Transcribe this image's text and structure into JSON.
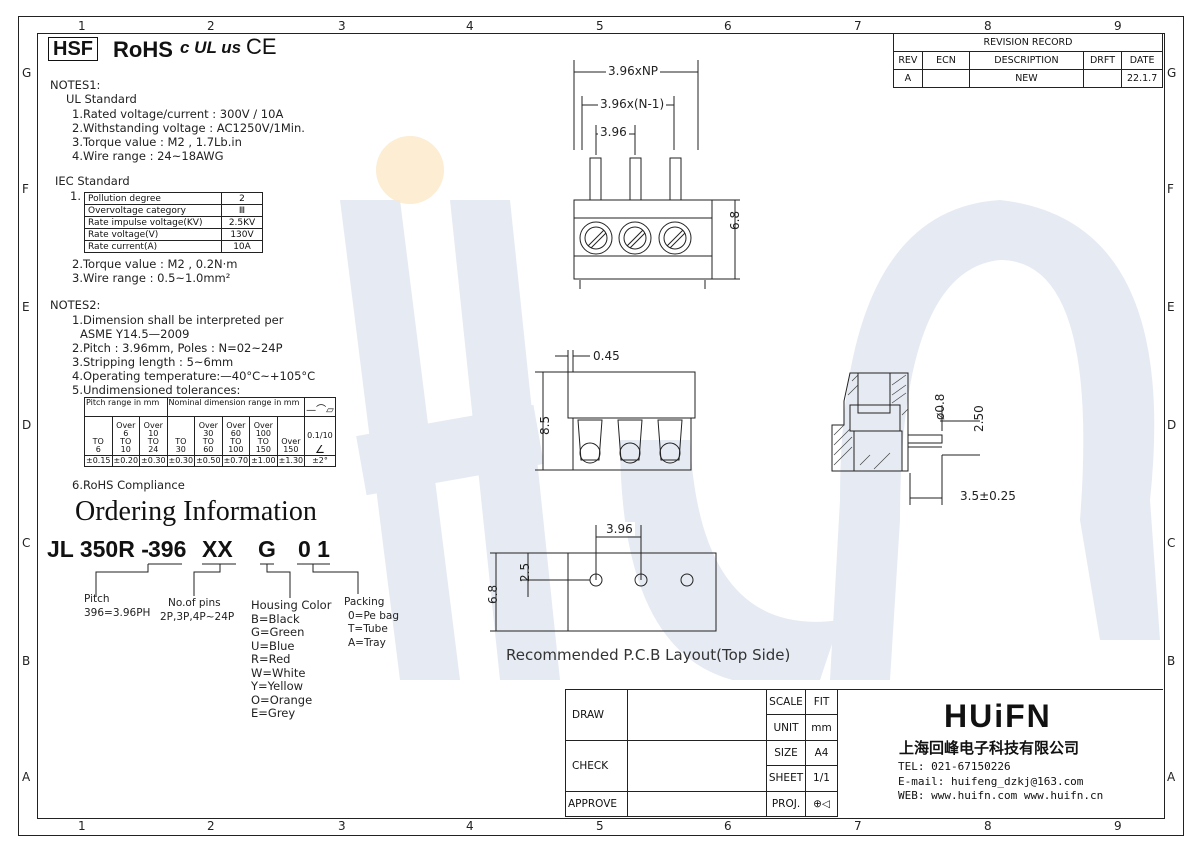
{
  "zones_top": [
    "1",
    "2",
    "3",
    "4",
    "5",
    "6",
    "7",
    "8",
    "9"
  ],
  "zones_side": [
    "G",
    "F",
    "E",
    "D",
    "C",
    "B",
    "A"
  ],
  "logos": {
    "hsf": "HSF",
    "rohs": "RoHS",
    "ul": "c UL us",
    "ce": "CE"
  },
  "watermark": "HUIFN",
  "notes1": {
    "title": "NOTES1:",
    "ul_title": "UL Standard",
    "ul_items": [
      "1.Rated voltage/current : 300V / 10A",
      "2.Withstanding voltage : AC1250V/1Min.",
      "3.Torque value : M2 , 1.7Lb.in",
      "4.Wire range : 24~18AWG"
    ],
    "iec_title": "IEC Standard",
    "iec_num": "1.",
    "iec_rows": [
      [
        "Pollution degree",
        "2"
      ],
      [
        "Overvoltage category",
        "Ⅲ"
      ],
      [
        "Rate impulse voltage(KV)",
        "2.5KV"
      ],
      [
        "Rate voltage(V)",
        "130V"
      ],
      [
        "Rate current(A)",
        "10A"
      ]
    ],
    "iec_items": [
      "2.Torque value : M2 , 0.2N·m",
      "3.Wire range : 0.5~1.0mm²"
    ]
  },
  "notes2": {
    "title": "NOTES2:",
    "items": [
      "1.Dimension shall be interpreted per",
      "ASME Y14.5—2009",
      "2.Pitch : 3.96mm, Poles : N=02~24P",
      "3.Stripping length : 5~6mm",
      "4.Operating temperature:—40°C~+105°C",
      "5.Undimensioned tolerances:"
    ],
    "item6": "6.RoHS Compliance"
  },
  "tolerance": {
    "h_pitch": "Pitch range in mm",
    "h_nominal": "Nominal dimension range in mm",
    "h_sym": "—⌒⏥",
    "pitch_cols": [
      [
        "",
        "TO",
        "6"
      ],
      [
        "Over",
        "6",
        "TO",
        "10"
      ],
      [
        "Over",
        "10",
        "TO",
        "24"
      ]
    ],
    "nom_cols": [
      [
        "",
        "TO",
        "30"
      ],
      [
        "Over",
        "30",
        "TO",
        "60"
      ],
      [
        "Over",
        "60",
        "TO",
        "100"
      ],
      [
        "Over",
        "100",
        "TO",
        "150"
      ],
      [
        "Over",
        "150"
      ]
    ],
    "flat": "0.1/10",
    "angle": "∠",
    "values": [
      "±0.15",
      "±0.20",
      "±0.30",
      "±0.30",
      "±0.50",
      "±0.70",
      "±1.00",
      "±1.30"
    ],
    "angle_val": "±2°"
  },
  "ordering": {
    "title": "Ordering Information",
    "parts": [
      "JL 350R -",
      "396",
      "XX",
      "G",
      "0 1"
    ],
    "pitch": [
      "Pitch",
      "396=3.96PH"
    ],
    "pins": [
      "No.of pins",
      "2P,3P,4P~24P"
    ],
    "color": [
      "Housing Color",
      "B=Black",
      "G=Green",
      "U=Blue",
      "R=Red",
      "W=White",
      "Y=Yellow",
      "O=Orange",
      "E=Grey"
    ],
    "packing": [
      "Packing",
      "0=Pe bag",
      "T=Tube",
      "A=Tray"
    ]
  },
  "dims": {
    "np": "3.96xNP",
    "n1": "3.96x(N-1)",
    "p": "3.96",
    "h1": "6.8",
    "t045": "0.45",
    "h85": "8.5",
    "d08": "ø0.8",
    "d250": "2.50",
    "d35": "3.5±0.25",
    "pcb_p": "3.96",
    "pcb_25": "2.5",
    "pcb_68": "6.8"
  },
  "pcb_caption": "Recommended P.C.B Layout(Top Side)",
  "revision": {
    "title": "REVISION RECORD",
    "headers": [
      "REV",
      "ECN",
      "DESCRIPTION",
      "DRFT",
      "DATE"
    ],
    "row": [
      "A",
      "",
      "NEW",
      "",
      "22.1.7"
    ]
  },
  "title_block": {
    "labels": [
      "DRAW",
      "CHECK",
      "APPROVE"
    ],
    "scale_l": "SCALE",
    "scale_v": "FIT",
    "unit_l": "UNIT",
    "unit_v": "mm",
    "size_l": "SIZE",
    "size_v": "A4",
    "sheet_l": "SHEET",
    "sheet_v": "1/1",
    "proj_l": "PROJ.",
    "proj_v": "⊕◁",
    "company_logo": "HUiFN",
    "company_cn": "上海回峰电子科技有限公司",
    "tel": "TEL: 021-67150226",
    "email": "E-mail: huifeng_dzkj@163.com",
    "web": "WEB: www.huifn.com  www.huifn.cn"
  }
}
